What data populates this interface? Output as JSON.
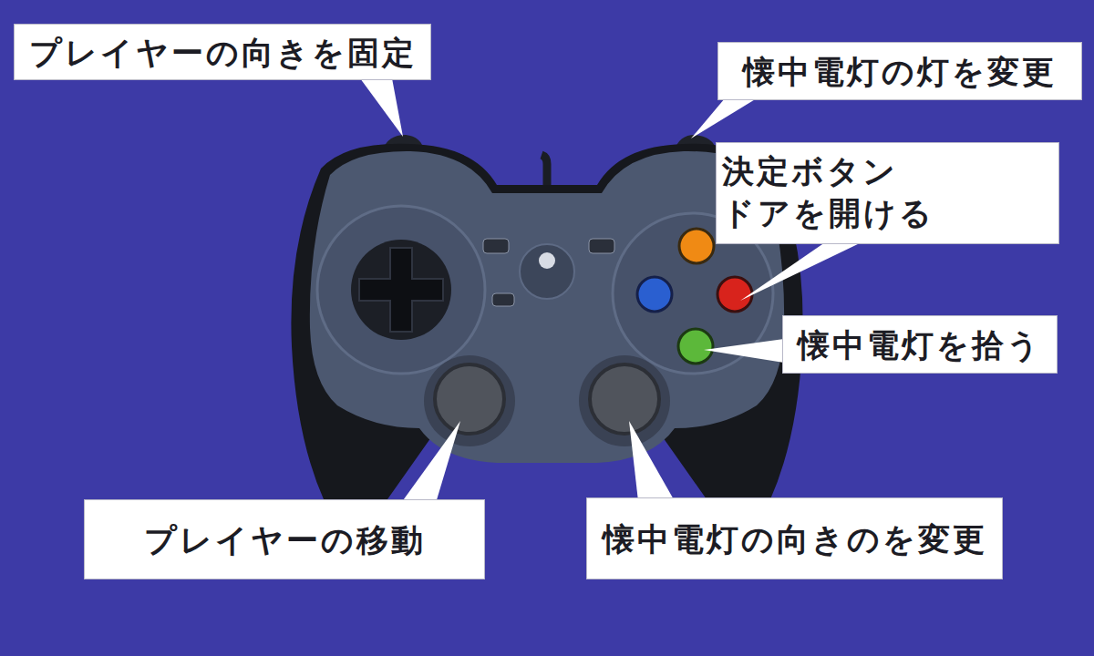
{
  "diagram": {
    "nodes": [
      {
        "text": [
          "プレイヤーの向きを固定"
        ]
      },
      {
        "text": [
          "懐中電灯の灯を変更"
        ]
      },
      {
        "text": [
          "決定ボタン",
          "ドアを開ける"
        ]
      },
      {
        "text": [
          "懐中電灯を拾う"
        ]
      },
      {
        "text": [
          "プレイヤーの移動"
        ]
      },
      {
        "text": [
          "懐中電灯の向きのを変更"
        ]
      }
    ]
  }
}
